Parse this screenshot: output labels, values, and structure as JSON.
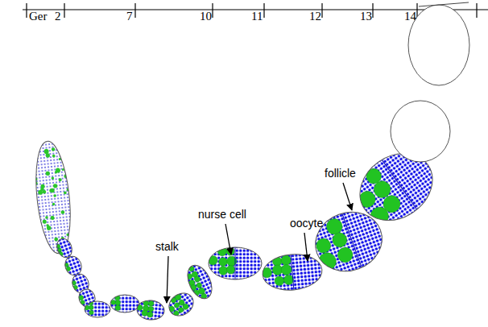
{
  "diagram": {
    "labels": [
      "Ger",
      "2",
      "7",
      "10",
      "11",
      "12",
      "13",
      "14",
      "stalk",
      "nurse cell",
      "oocyte",
      "follicle"
    ]
  }
}
